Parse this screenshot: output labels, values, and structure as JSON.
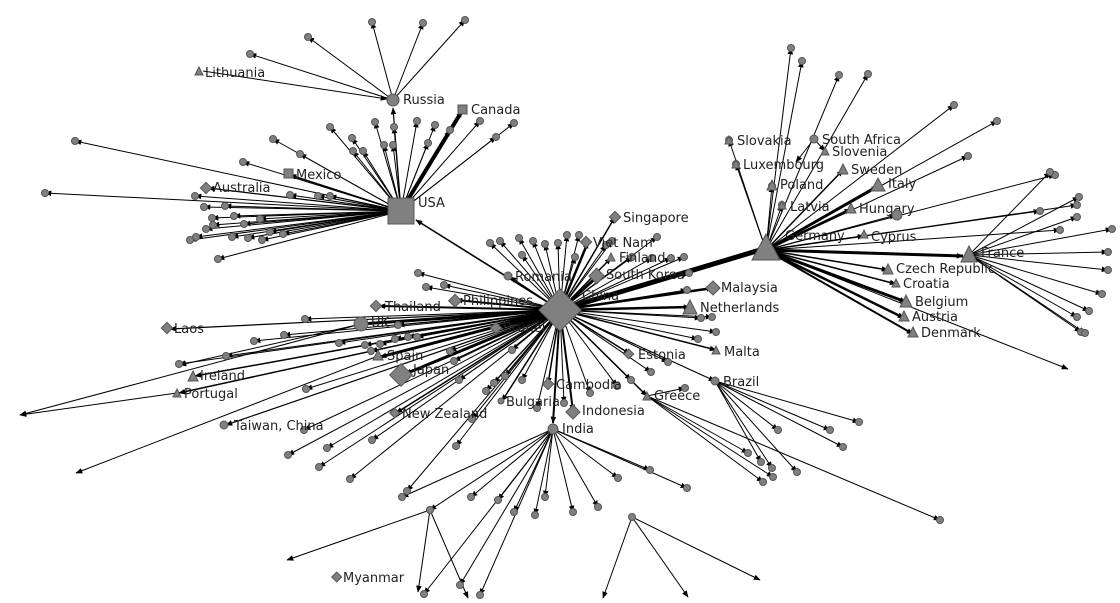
{
  "colors": {
    "node": "#808080",
    "edge": "#000000",
    "background": "#ffffff"
  },
  "hubs": {
    "china": "China",
    "usa": "USA",
    "germany": "Germany",
    "india": "India",
    "russia": "Russia",
    "france": "France"
  },
  "labels": {
    "lithuania": "Lithuania",
    "canada": "Canada",
    "mexico": "Mexico",
    "australia": "Australia",
    "singapore": "Singapore",
    "vietnam": "Viet Nam",
    "finland": "Finland",
    "south_korea": "South Korea",
    "romania": "Romania",
    "malaysia": "Malaysia",
    "netherlands": "Netherlands",
    "thailand": "Thailand",
    "philippines": "Philippines",
    "laos": "Laos",
    "uk": "UK",
    "brunei": "Brunei",
    "spain": "Spain",
    "japan": "Japan",
    "ireland": "Ireland",
    "portugal": "Portugal",
    "estonia": "Estonia",
    "malta": "Malta",
    "brazil": "Brazil",
    "cambodia": "Cambodia",
    "bulgaria": "Bulgaria",
    "indonesia": "Indonesia",
    "greece": "Greece",
    "taiwan": "Taiwan, China",
    "new_zealand": "New Zealand",
    "myanmar": "Myanmar",
    "slovakia": "Slovakia",
    "south_africa": "South Africa",
    "slovenia": "Slovenia",
    "luxembourg": "Luxembourg",
    "sweden": "Sweden",
    "poland": "Poland",
    "italy": "Italy",
    "latvia": "Latvia",
    "hungary": "Hungary",
    "cyprus": "Cyprus",
    "czech_republic": "Czech Republic",
    "croatia": "Croatia",
    "belgium": "Belgium",
    "austria": "Austria",
    "denmark": "Denmark"
  }
}
